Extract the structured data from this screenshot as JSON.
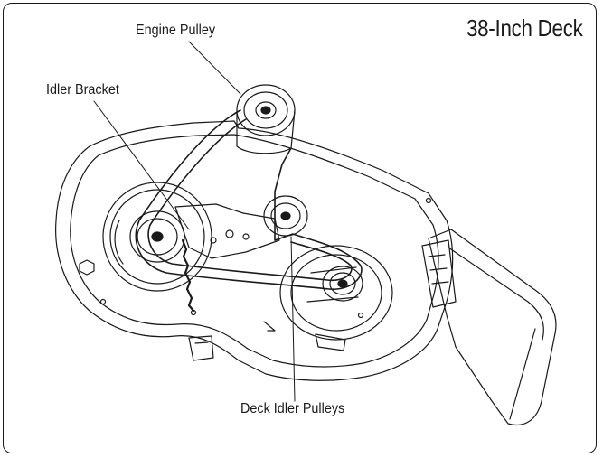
{
  "title": "38-Inch Deck",
  "callouts": {
    "engine_pulley": "Engine Pulley",
    "idler_bracket": "Idler Bracket",
    "deck_idler_pulleys": "Deck Idler Pulleys"
  }
}
